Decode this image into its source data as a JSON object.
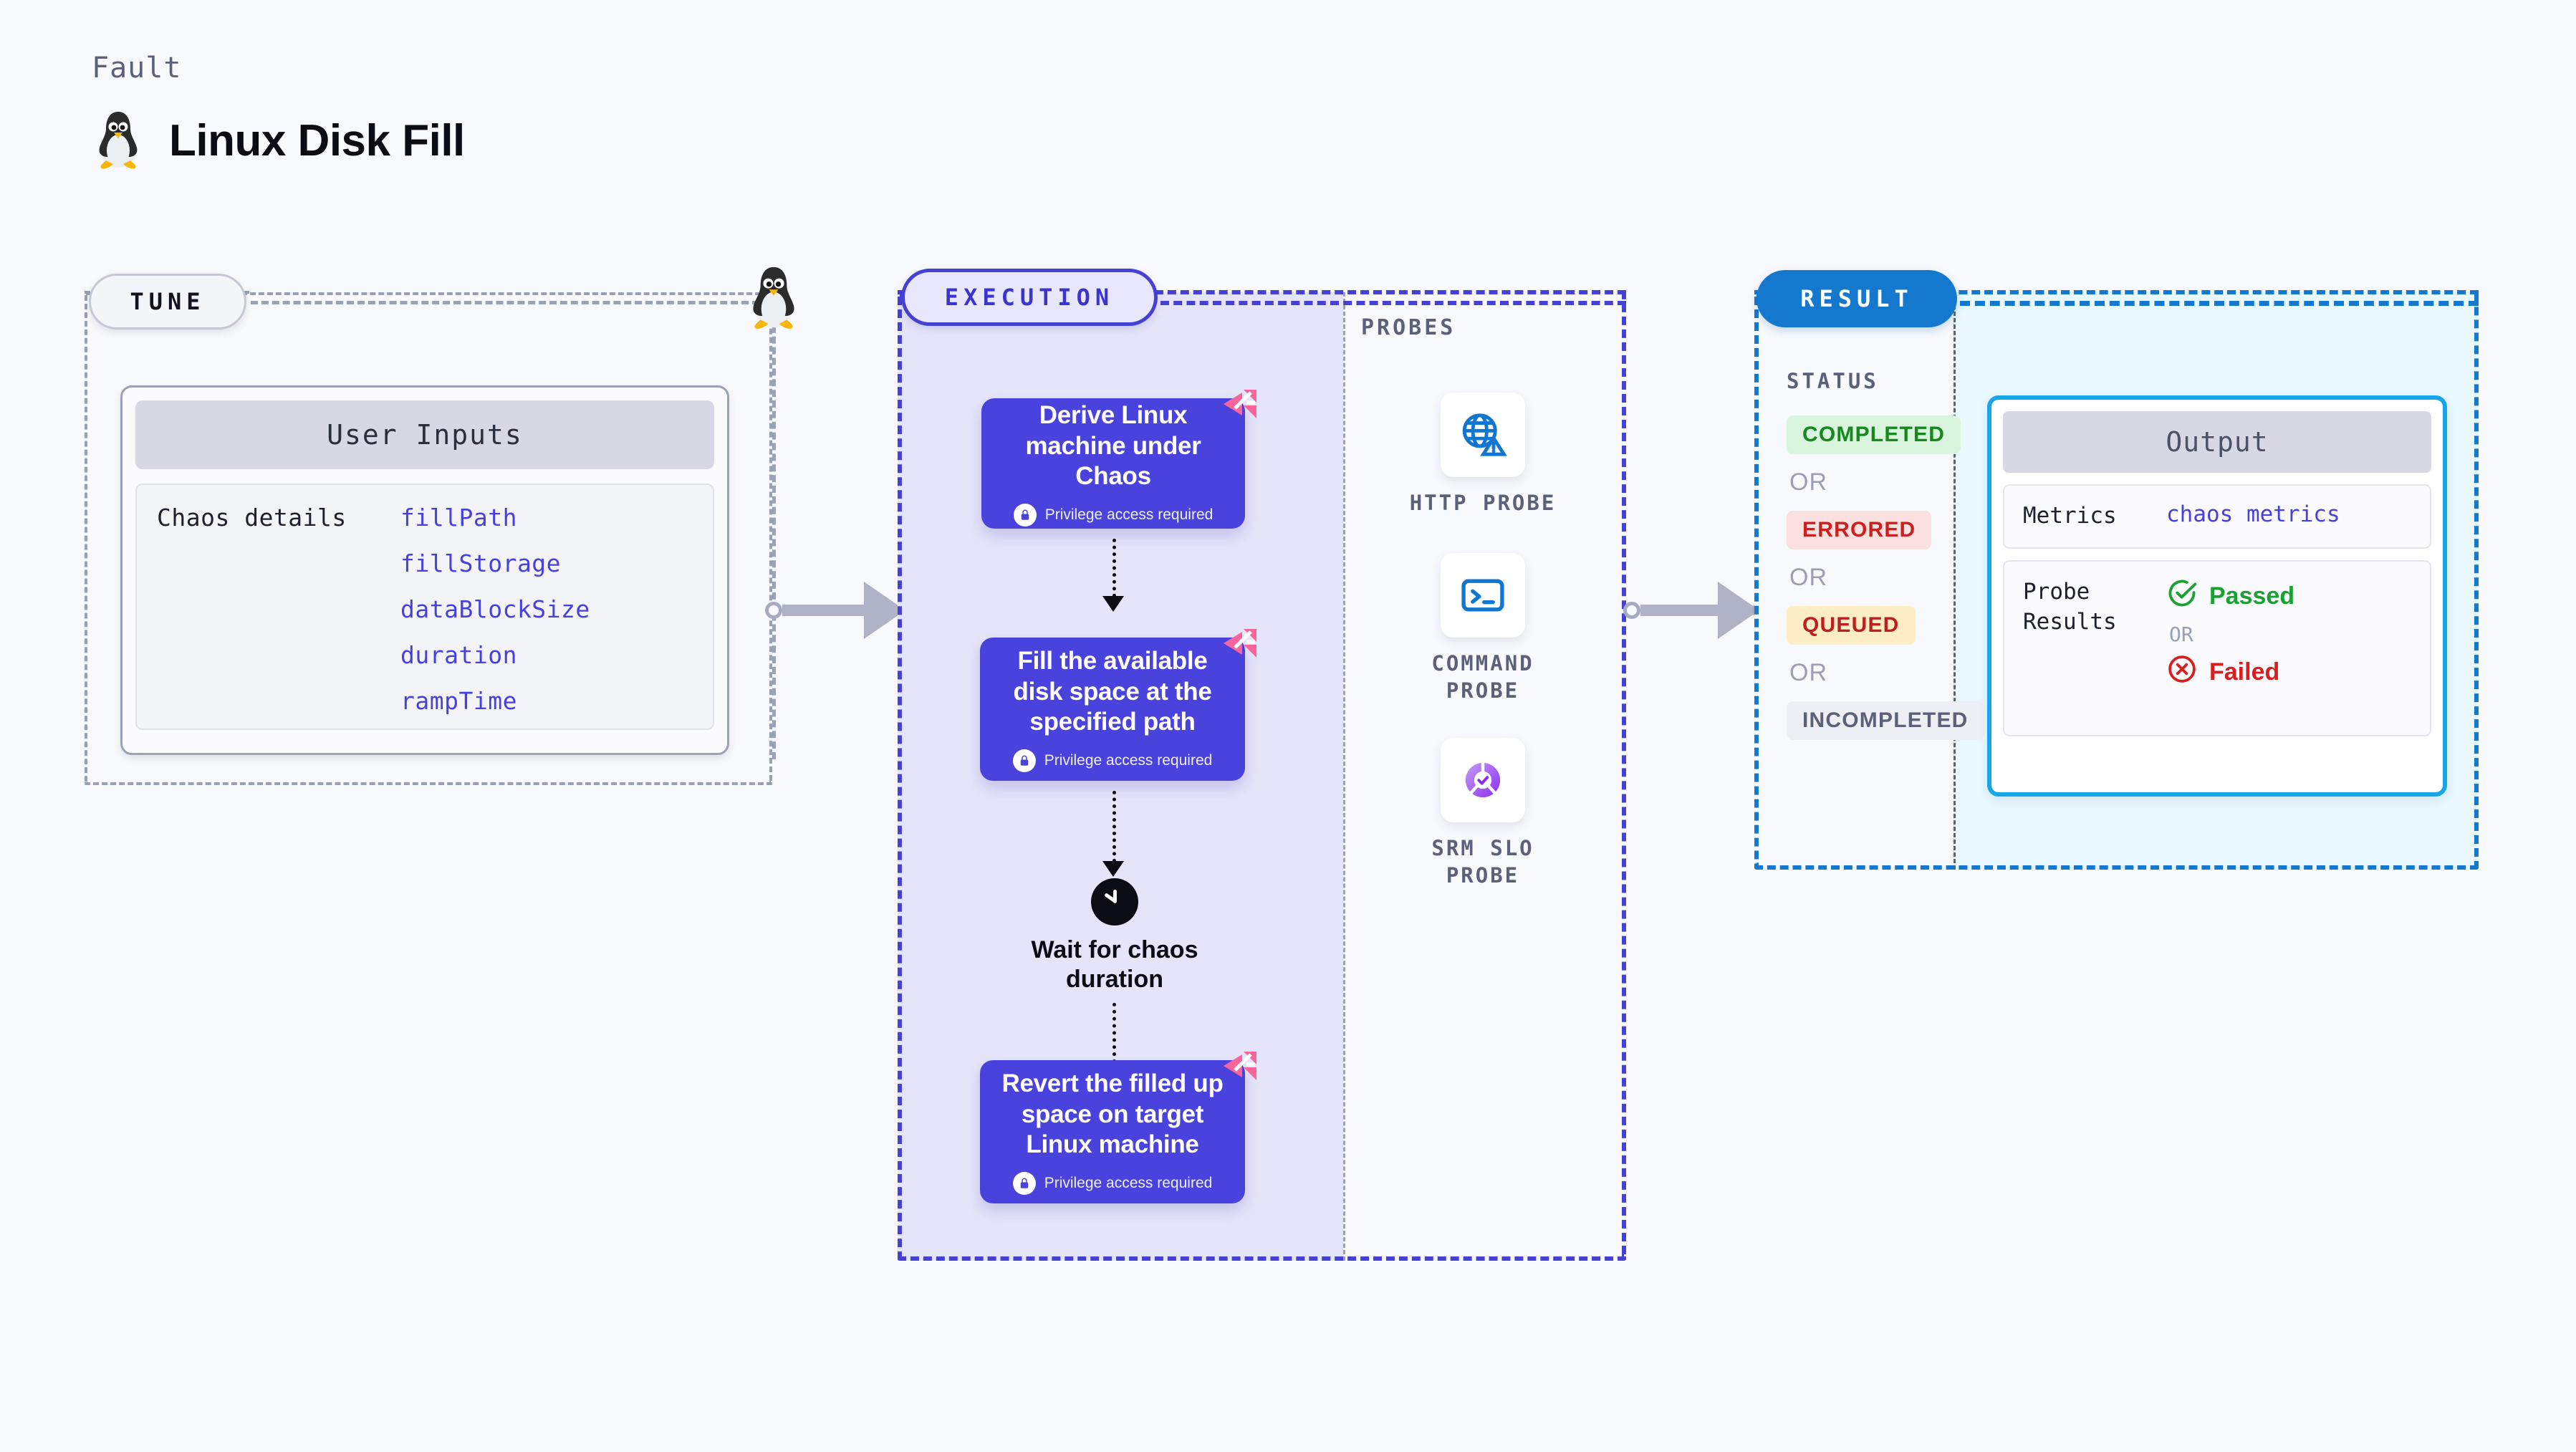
{
  "header": {
    "kicker": "Fault",
    "title": "Linux Disk Fill",
    "icon": "linux-penguin-icon"
  },
  "tune": {
    "pill_label": "TUNE",
    "card": {
      "header": "User Inputs",
      "row_label": "Chaos details",
      "params": [
        "fillPath",
        "fillStorage",
        "dataBlockSize",
        "duration",
        "rampTime"
      ]
    }
  },
  "execution": {
    "pill_label": "EXECUTION",
    "steps": [
      {
        "title": "Derive Linux machine under Chaos",
        "privilege": "Privilege access required",
        "badge": "litmus-badge-icon"
      },
      {
        "title": "Fill the available disk space at the specified path",
        "privilege": "Privilege access required",
        "badge": "litmus-badge-icon"
      }
    ],
    "wait": {
      "label": "Wait for chaos duration",
      "icon": "clock-icon"
    },
    "final_step": {
      "title": "Revert the filled up space on target Linux machine",
      "privilege": "Privilege access required",
      "badge": "litmus-badge-icon"
    }
  },
  "probes": {
    "title": "PROBES",
    "items": [
      {
        "label": "HTTP PROBE",
        "icon": "globe-warning-icon"
      },
      {
        "label": "COMMAND PROBE",
        "icon": "terminal-icon"
      },
      {
        "label": "SRM SLO PROBE",
        "icon": "slo-check-icon"
      }
    ]
  },
  "result": {
    "pill_label": "RESULT",
    "status_title": "STATUS",
    "or_label": "OR",
    "statuses": [
      {
        "label": "COMPLETED",
        "bg": "#d9f5dd",
        "fg": "#18871f"
      },
      {
        "label": "ERRORED",
        "bg": "#fbe0e0",
        "fg": "#cc2020"
      },
      {
        "label": "QUEUED",
        "bg": "#fdedc4",
        "fg": "#bc1f1f"
      },
      {
        "label": "INCOMPLETED",
        "bg": "#eeeff4",
        "fg": "#5b6178"
      }
    ],
    "output": {
      "header": "Output",
      "metrics_label": "Metrics",
      "metrics_value": "chaos metrics",
      "probe_results_label": "Probe Results",
      "passed_label": "Passed",
      "failed_label": "Failed",
      "or_label": "OR",
      "passed_icon": "check-circle-icon",
      "failed_icon": "x-circle-icon"
    }
  },
  "colors": {
    "background": "#f8f9fd",
    "execution_accent": "#4640d4",
    "execution_fill": "#e5e5fa",
    "result_accent": "#1478cf",
    "result_fill": "#e9f8fe",
    "tune_accent": "#98a0b3",
    "param_text": "#4840dd",
    "passed": "#1aa033",
    "failed": "#d81e1e",
    "badge_pink": "#f9659a"
  }
}
